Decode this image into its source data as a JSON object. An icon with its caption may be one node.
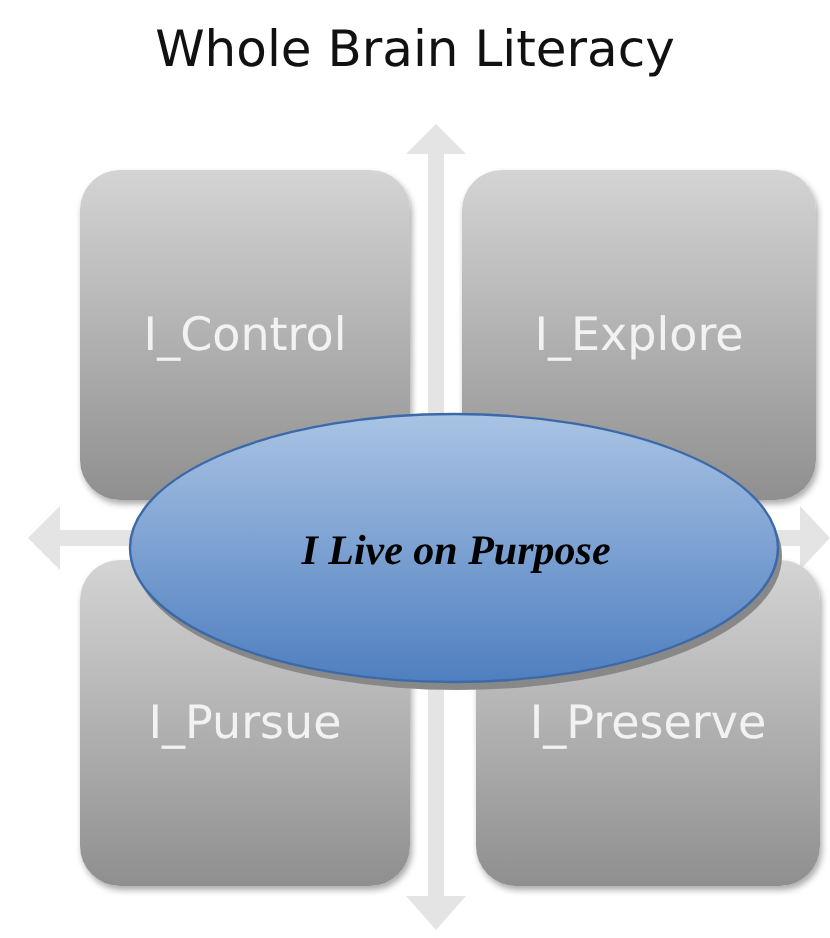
{
  "diagram": {
    "title": "Whole Brain Literacy",
    "nodes": [
      {
        "text": [
          "I_Control"
        ]
      },
      {
        "text": [
          "I_Explore"
        ]
      },
      {
        "text": [
          "I_Pursue"
        ]
      },
      {
        "text": [
          "I_Preserve"
        ]
      },
      {
        "text": [
          "I Live on Purpose"
        ]
      }
    ]
  }
}
